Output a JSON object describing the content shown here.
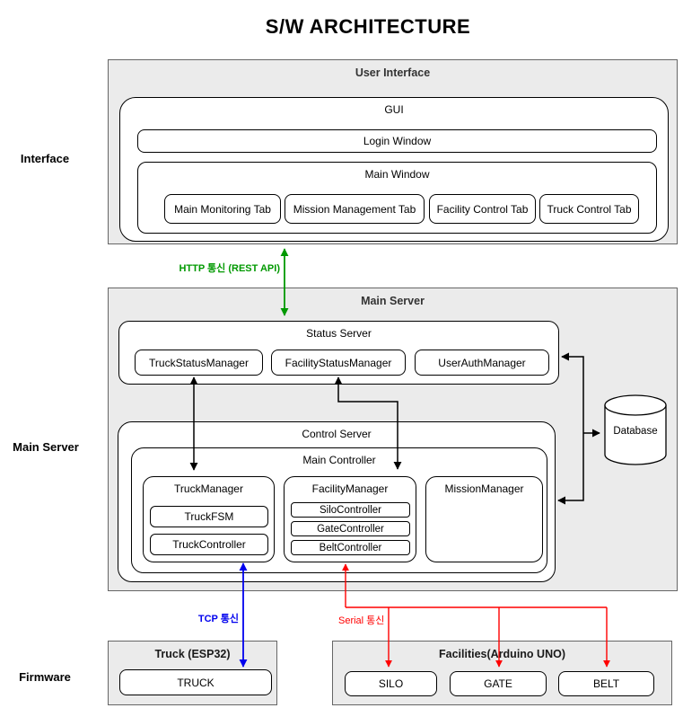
{
  "title": "S/W ARCHITECTURE",
  "row_labels": {
    "interface": "Interface",
    "main_server": "Main Server",
    "firmware": "Firmware"
  },
  "interface_section": {
    "title": "User Interface",
    "gui": {
      "label": "GUI",
      "login_window": "Login Window",
      "main_window": "Main Window",
      "tabs": [
        "Main Monitoring Tab",
        "Mission Management Tab",
        "Facility Control Tab",
        "Truck Control Tab"
      ]
    }
  },
  "main_server_section": {
    "title": "Main Server",
    "status_server": {
      "title": "Status Server",
      "components": [
        "TruckStatusManager",
        "FacilityStatusManager",
        "UserAuthManager"
      ]
    },
    "control_server": {
      "title": "Control Server",
      "main_controller": {
        "title": "Main Controller",
        "truck_manager": {
          "title": "TruckManager",
          "children": [
            "TruckFSM",
            "TruckController"
          ]
        },
        "facility_manager": {
          "title": "FacilityManager",
          "children": [
            "SiloController",
            "GateController",
            "BeltController"
          ]
        },
        "mission_manager": {
          "title": "MissionManager"
        }
      }
    },
    "database": {
      "label": "Database"
    }
  },
  "firmware_section": {
    "truck": {
      "title": "Truck (ESP32)",
      "component": "TRUCK"
    },
    "facilities": {
      "title": "Facilities(Arduino UNO)",
      "components": [
        "SILO",
        "GATE",
        "BELT"
      ]
    }
  },
  "connections": {
    "http": {
      "label": "HTTP 통신 (REST API)",
      "color": "#009900"
    },
    "tcp": {
      "label": "TCP 통신",
      "color": "#0000EE"
    },
    "serial": {
      "label": "Serial 통신",
      "color": "#FF0000"
    },
    "internal": {
      "color": "#000000"
    }
  },
  "colors": {
    "section_fill": "#EBEBEB",
    "section_border": "#666666",
    "section_title_text": "#333333",
    "box_border": "#000000"
  }
}
